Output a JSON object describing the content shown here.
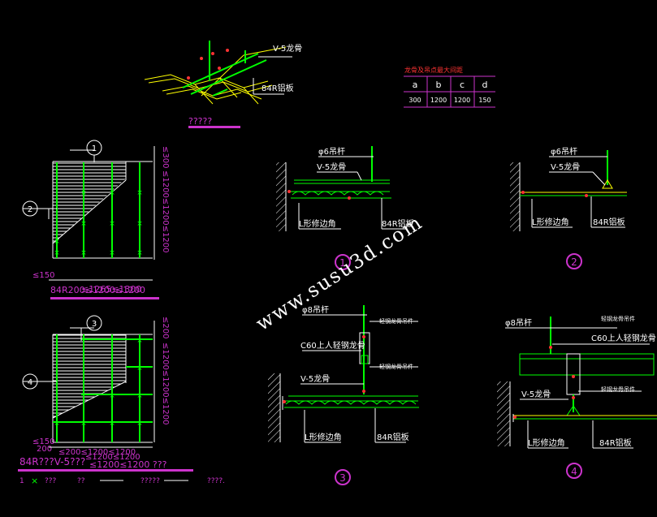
{
  "colors": {
    "bg": "#000000",
    "white": "#ffffff",
    "green": "#00ff00",
    "magenta": "#cc33cc",
    "cyan": "#00ffff",
    "yellow": "#ffff00",
    "red": "#ff3333"
  },
  "iso": {
    "label_v5": "V-5龙骨",
    "label_84r": "84R铝板",
    "caption": "?????"
  },
  "table": {
    "title": "龙骨及吊点最大间距",
    "headers": [
      "a",
      "b",
      "c",
      "d"
    ],
    "values": [
      "300",
      "1200",
      "1200",
      "150"
    ]
  },
  "plan1": {
    "bubble_top": "1",
    "bubble_left": "2",
    "dim_top": "≤300",
    "dim_right": "≤1200≤1200≤1200",
    "dim_left_bottom": "≤150",
    "dim_bottom": "84R200≤1200≤1200",
    "dim_bottom_overlap": "≤1265≤1300"
  },
  "plan2": {
    "bubble_top": "3",
    "bubble_left": "4",
    "dim_top": "≤200",
    "dim_right": "≤1200≤1200≤1200",
    "dim_left_a": "≤150",
    "dim_left_b": "200",
    "dim_bottom": "≤200≤1200≤1200",
    "dim_bottom_overlap": "≤1200≤1200"
  },
  "bottom_labels": {
    "title": "84R???V-5???",
    "title_overlap": "≤1200≤1200 ???",
    "legend_1": "1",
    "legend_x": "×",
    "legend_q3": "???",
    "legend_q2": "??",
    "legend_q5": "?????",
    "legend_q4": "????."
  },
  "detail1": {
    "rod": "φ6吊杆",
    "v5": "V-5龙骨",
    "l_angle": "L形修边角",
    "panel": "84R铝板",
    "number": "1"
  },
  "detail2": {
    "rod": "φ6吊杆",
    "v5": "V-5龙骨",
    "l_angle": "L形修边角",
    "panel": "84R铝板",
    "number": "2"
  },
  "detail3": {
    "rod": "φ8吊杆",
    "hanger_top": "轻钢龙骨吊件",
    "c60": "C60上人轻钢龙骨",
    "hanger_mid": "轻钢龙骨吊件",
    "v5": "V-5龙骨",
    "l_angle": "L形修边角",
    "panel": "84R铝板",
    "number": "3"
  },
  "detail4": {
    "rod": "φ8吊杆",
    "hanger_top": "轻钢龙骨吊件",
    "c60": "C60上人轻钢龙骨",
    "hanger_mid": "轻钢龙骨吊件",
    "v5": "V-5龙骨",
    "l_angle": "L形修边角",
    "panel": "84R铝板",
    "number": "4"
  },
  "watermark": "www.susu3d.com"
}
